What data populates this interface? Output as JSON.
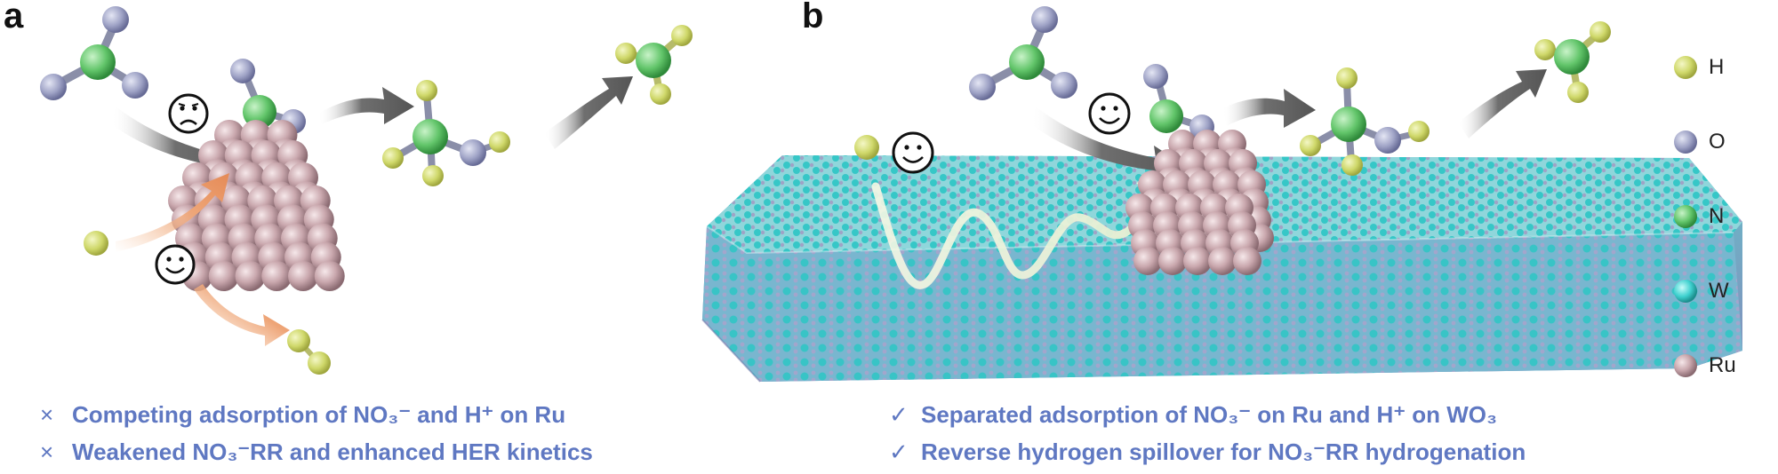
{
  "panels": {
    "a": {
      "label": "a",
      "captions": [
        {
          "mark": "×",
          "text": "Competing adsorption of NO₃⁻ and H⁺ on Ru"
        },
        {
          "mark": "×",
          "text": "Weakened NO₃⁻RR and enhanced HER kinetics"
        }
      ]
    },
    "b": {
      "label": "b",
      "captions": [
        {
          "mark": "✓",
          "text": "Separated adsorption of NO₃⁻ on Ru and H⁺ on WO₃"
        },
        {
          "mark": "✓",
          "text": "Reverse hydrogen spillover for NO₃⁻RR hydrogenation"
        }
      ]
    }
  },
  "legend": [
    {
      "label": "H",
      "color": "#cfd86a"
    },
    {
      "label": "O",
      "color": "#9fa3c6"
    },
    {
      "label": "N",
      "color": "#62c56a"
    },
    {
      "label": "W",
      "color": "#3fd1cf"
    },
    {
      "label": "Ru",
      "color": "#c9a7ad"
    }
  ],
  "icons": {
    "sad_face": "sad-face-icon",
    "happy_face": "happy-face-icon"
  }
}
